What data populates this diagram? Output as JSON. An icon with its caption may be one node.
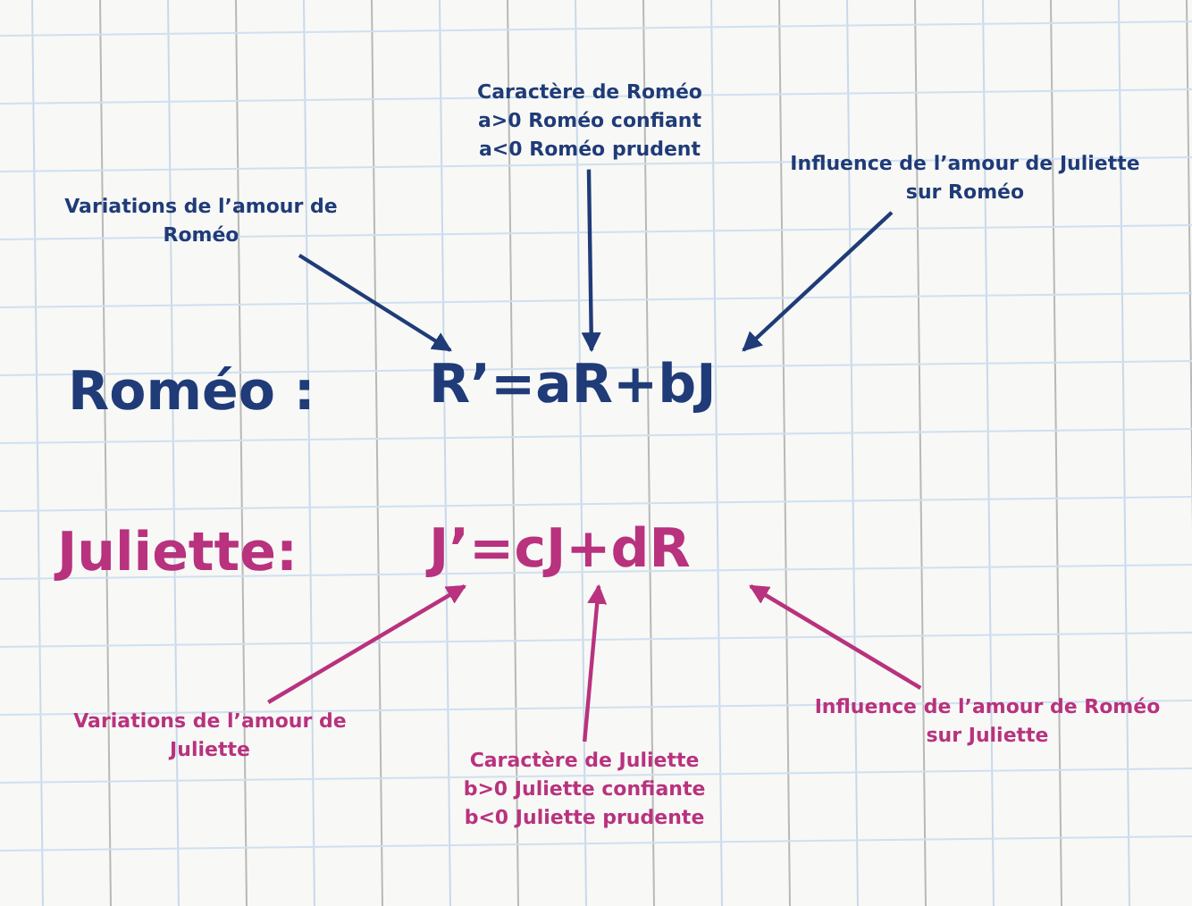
{
  "diagram": {
    "nodes": [
      {
        "text": [
          "Variations de l’amour de Roméo"
        ]
      },
      {
        "text": [
          "Caractère de Roméo",
          "a>0 Roméo confiant",
          "a<0 Roméo prudent"
        ]
      },
      {
        "text": [
          "Influence de l’amour de Juliette sur Roméo"
        ]
      },
      {
        "text": [
          "Variations de l’amour de Juliette"
        ]
      },
      {
        "text": [
          "Caractère de Juliette",
          "b>0 Juliette confiante",
          "b<0 Juliette prudente"
        ]
      },
      {
        "text": [
          "Influence de l’amour de Roméo sur Juliette"
        ]
      },
      {
        "text": [
          "R’=aR+bJ"
        ]
      },
      {
        "text": [
          "J’=cJ+dR"
        ]
      }
    ],
    "edges": [
      {
        "from": 0,
        "to": 6,
        "arrow": "to"
      },
      {
        "from": 1,
        "to": 6,
        "arrow": "to"
      },
      {
        "from": 2,
        "to": 6,
        "arrow": "to"
      },
      {
        "from": 3,
        "to": 7,
        "arrow": "to",
        "color": "#b8327e"
      },
      {
        "from": 4,
        "to": 7,
        "arrow": "to",
        "color": "#b8327e"
      },
      {
        "from": 5,
        "to": 7,
        "arrow": "to",
        "color": "#b8327e"
      }
    ],
    "labels": [
      "Roméo :",
      "Juliette:"
    ]
  }
}
